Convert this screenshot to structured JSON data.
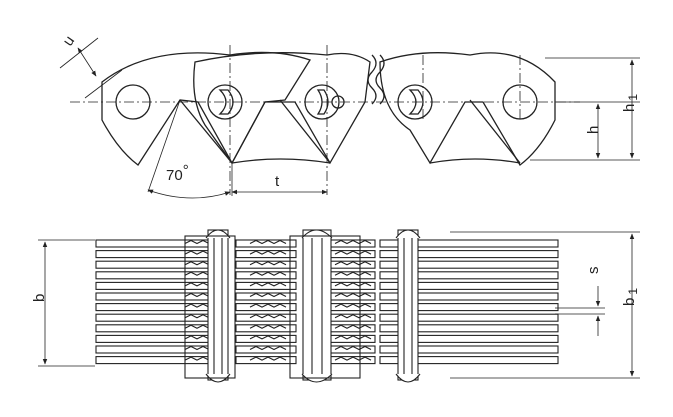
{
  "top_view": {
    "angle_label": "70",
    "angle_unit": "°",
    "pitch_label": "t",
    "offset_label": "u",
    "height_label": "h",
    "height1_label": "h",
    "height1_subscript": "1"
  },
  "bottom_view": {
    "width_label": "b",
    "width1_label": "b",
    "width1_subscript": "1",
    "thickness_label": "s"
  },
  "colors": {
    "line": "#222222",
    "background": "#ffffff"
  }
}
